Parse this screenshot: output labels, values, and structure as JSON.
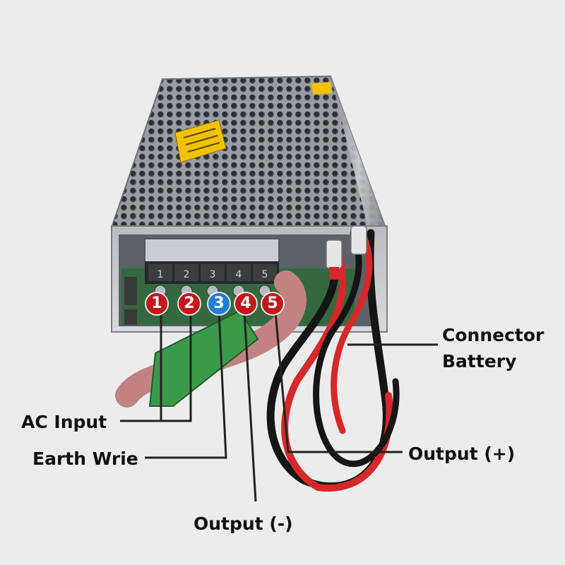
{
  "terminals": {
    "t1": "1",
    "t2": "2",
    "t3": "3",
    "t4": "4",
    "t5": "5",
    "numbers": [
      "1",
      "2",
      "3",
      "4",
      "5"
    ]
  },
  "labels": {
    "connector_battery_line1": "Connector",
    "connector_battery_line2": "Battery",
    "ac_input": "AC Input",
    "earth_wire": "Earth Wrie",
    "output_plus": "Output (+)",
    "output_minus": "Output (-)"
  },
  "colors": {
    "badge_red": "#c4161c",
    "badge_blue": "#1e7fd8",
    "leader_line": "#222222",
    "wire_red": "#d62828",
    "wire_black": "#151515",
    "label_warning": "#f2c200"
  }
}
